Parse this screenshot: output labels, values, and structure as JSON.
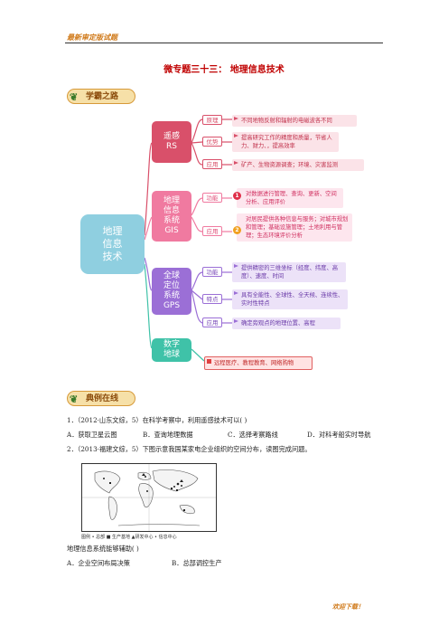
{
  "header": {
    "text": "最新审定版试题"
  },
  "footer": {
    "text": "欢迎下载！"
  },
  "title": "微专题三十三：  地理信息技术",
  "banner1": "学霸之路",
  "banner2": "典例在线",
  "mindmap": {
    "root": [
      "地理",
      "信息",
      "技术"
    ],
    "rs": {
      "label": [
        "遥感",
        "RS"
      ],
      "items": [
        {
          "sub": "原理",
          "text": "不同地物反射和辐射的电磁波各不同"
        },
        {
          "sub": "优势",
          "text": "提高研究工作的精度和质量，节省人力、财力、，提高效率"
        },
        {
          "sub": "应用",
          "text": "矿产、生物资源调查；环境、灾害监测"
        }
      ]
    },
    "gis": {
      "label": [
        "地理",
        "信息",
        "系统",
        "GIS"
      ],
      "items": [
        {
          "sub": "功能",
          "badge": "1",
          "text": "对数据进行管理、查询、更新、空间分析、应用评价"
        },
        {
          "sub": "应用",
          "badge": "2",
          "text": "对居民提供各种信息与服务；对城市规划和管理；基础设施管理；土地利用与管理；生态环境评价分析"
        }
      ]
    },
    "gps": {
      "label": [
        "全球",
        "定位",
        "系统",
        "GPS"
      ],
      "items": [
        {
          "sub": "功能",
          "text": "提供精密的三维坐标（经度、纬度、高度）、速度、时间"
        },
        {
          "sub": "特点",
          "text": "具有全能性、全球性、全天候、连续性、实时性特点"
        },
        {
          "sub": "应用",
          "text": "确定旁观点的地理位置、高程"
        }
      ]
    },
    "digital": {
      "label": [
        "数字",
        "地球"
      ],
      "text": "远程医疗、教程教育、网络购物"
    }
  },
  "questions": {
    "q1": "1．（2012·山东文综，5）在科学考察中，利用遥感技术可以(      )",
    "q1_opts": [
      "A．获取卫星云图",
      "B．查询地理数据",
      "C．选择考察路线",
      "D．对科考船实时导航"
    ],
    "q2": "2．（2013·福建文综，5）下图示意我国某家电企业组织的空间分布，读图完成问题。",
    "legend": "图例 • 总部  ■ 生产基地  ▲研发中心  • 信息中心",
    "q3": "地理信息系统能够辅助(      )",
    "q3_opts": [
      "A．企业空间布局决策",
      "B．总部调控生产"
    ]
  },
  "colors": {
    "rs": "#d9506a",
    "gis": "#f07aa0",
    "gps": "#9b6fd6",
    "digital": "#3fc2a8",
    "root": "#8fcfe0"
  },
  "icons": [
    "flag-icon",
    "leaf-icon",
    "globe-map-icon"
  ]
}
